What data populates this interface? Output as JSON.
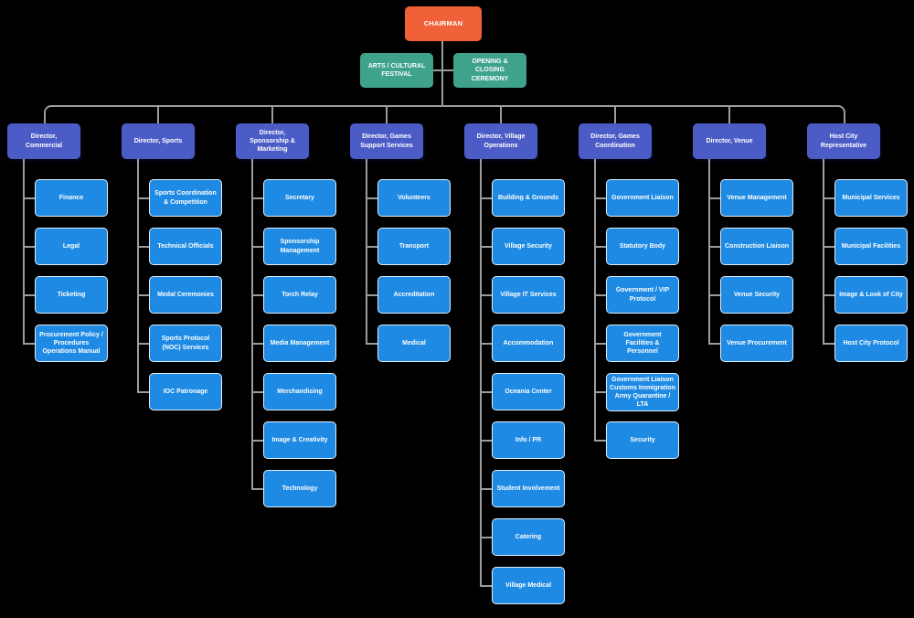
{
  "diagram": {
    "root": {
      "label": "CHAIRMAN",
      "color": "#f0613a"
    },
    "assistants": [
      {
        "label": "ARTS / CULTURAL FESTIVAL",
        "color": "#3fa38c"
      },
      {
        "label": "OPENING & CLOSING CEREMONY",
        "color": "#3fa38c"
      }
    ],
    "columns": [
      {
        "director": "Director, Commercial",
        "children": [
          "Finance",
          "Legal",
          "Ticketing",
          "Procurement Policy / Procedures Operations Manual"
        ]
      },
      {
        "director": "Director, Sports",
        "children": [
          "Sports Coordination & Competition",
          "Technical Officials",
          "Medal Ceremonies",
          "Sports Protocol (NOC) Services",
          "IOC Patronage"
        ]
      },
      {
        "director": "Director, Sponsorship & Marketing",
        "children": [
          "Secretary",
          "Sponsorship Management",
          "Torch Relay",
          "Media Management",
          "Merchandising",
          "Image & Creativity",
          "Technology"
        ]
      },
      {
        "director": "Director, Games Support Services",
        "children": [
          "Volunteers",
          "Transport",
          "Accreditation",
          "Medical"
        ]
      },
      {
        "director": "Director, Village Operations",
        "children": [
          "Building & Grounds",
          "Village Security",
          "Village IT Services",
          "Accommodation",
          "Oceania Center",
          "Info / PR",
          "Student Involvement",
          "Catering",
          "Village Medical"
        ]
      },
      {
        "director": "Director, Games Coordination",
        "children": [
          "Government Liaison",
          "Statutory Body",
          "Government / VIP Protocol",
          "Government Facilities & Personnel",
          "Government Liaison Customs Immigration Army Quarantine / LTA",
          "Security"
        ]
      },
      {
        "director": "Director, Venue",
        "children": [
          "Venue Management",
          "Construction Liaison",
          "Venue Security",
          "Venue Procurement"
        ]
      },
      {
        "director": "Host City Representative",
        "children": [
          "Municipal Services",
          "Municipal Facilities",
          "Image & Look of City",
          "Host City Protocol"
        ]
      }
    ],
    "colors": {
      "background": "#000000",
      "root": "#f0613a",
      "assistant": "#3fa38c",
      "director": "#4c5cc6",
      "child": "#1e8ae3",
      "child_border": "#ecf4fb",
      "connector": "#9c9c9c"
    }
  }
}
